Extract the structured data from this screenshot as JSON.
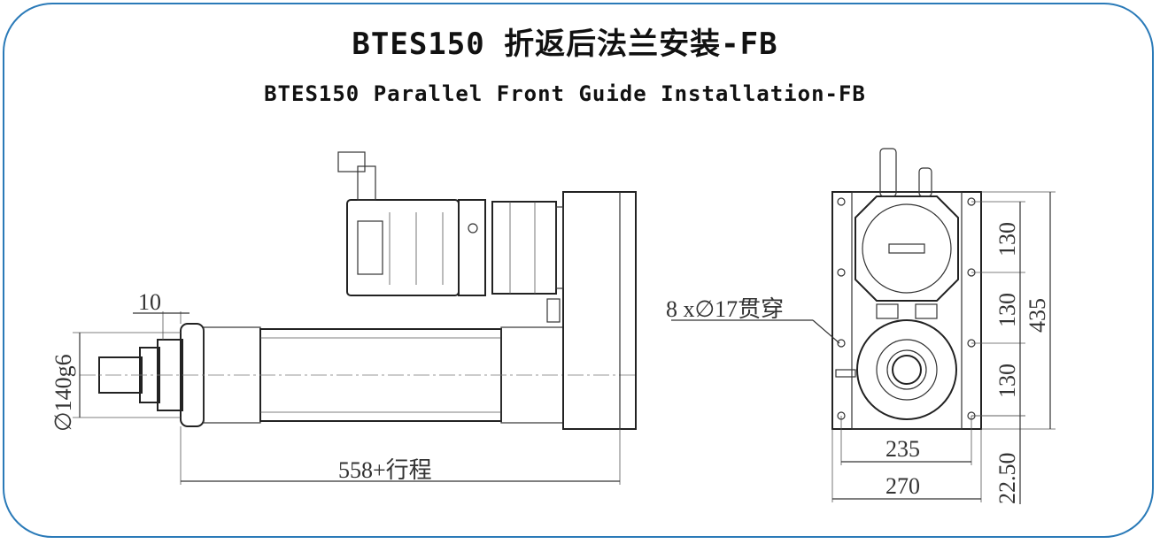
{
  "title": "BTES150 折返后法兰安装-FB",
  "subtitle": "BTES150 Parallel Front Guide Installation-FB",
  "colors": {
    "frame": "#2a7ab8",
    "line": "#333333"
  },
  "side_view": {
    "dim_flange": "10",
    "dim_shaft": "∅140g6",
    "dim_length": "558+行程"
  },
  "front_view": {
    "hole_note": "8 x∅17贯穿",
    "dim_pitch_top": "130",
    "dim_pitch_mid": "130",
    "dim_pitch_bottom": "130",
    "dim_total_height": "435",
    "dim_inner_width": "235",
    "dim_outer_width": "270",
    "dim_offset": "22.50"
  }
}
